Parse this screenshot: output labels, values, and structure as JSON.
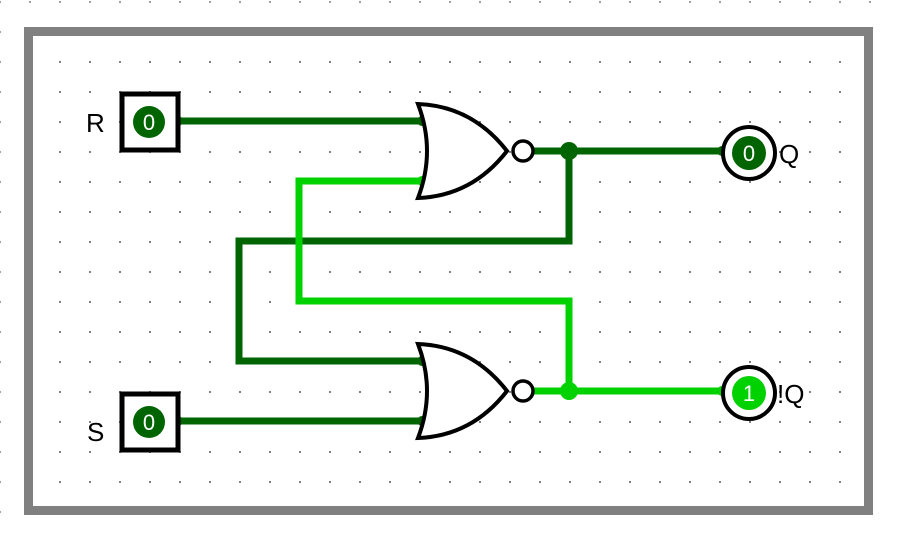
{
  "circuit": {
    "title": "SR NOR latch",
    "colors": {
      "wire_low": "#006400",
      "wire_high": "#00d200",
      "frame": "#808080",
      "grid_dot": "#808080",
      "component": "#000000",
      "background": "#ffffff"
    },
    "inputs": [
      {
        "id": "R",
        "label": "R",
        "value": "0",
        "state": "low"
      },
      {
        "id": "S",
        "label": "S",
        "value": "0",
        "state": "low"
      }
    ],
    "outputs": [
      {
        "id": "Q",
        "label": "Q",
        "value": "0",
        "state": "low"
      },
      {
        "id": "nQ",
        "label": "!Q",
        "value": "1",
        "state": "high"
      }
    ],
    "gates": [
      {
        "id": "nor-top",
        "type": "NOR",
        "inputs": [
          "R",
          "nQ-feedback"
        ],
        "output": "Q"
      },
      {
        "id": "nor-bottom",
        "type": "NOR",
        "inputs": [
          "Q-feedback",
          "S"
        ],
        "output": "nQ"
      }
    ],
    "wires": [
      {
        "id": "wire-r-to-nor-top",
        "state": "low"
      },
      {
        "id": "wire-q-out",
        "state": "low"
      },
      {
        "id": "wire-q-feedback",
        "state": "low"
      },
      {
        "id": "wire-s-to-nor-bottom",
        "state": "low"
      },
      {
        "id": "wire-nq-out",
        "state": "high"
      },
      {
        "id": "wire-nq-feedback",
        "state": "high"
      }
    ]
  }
}
